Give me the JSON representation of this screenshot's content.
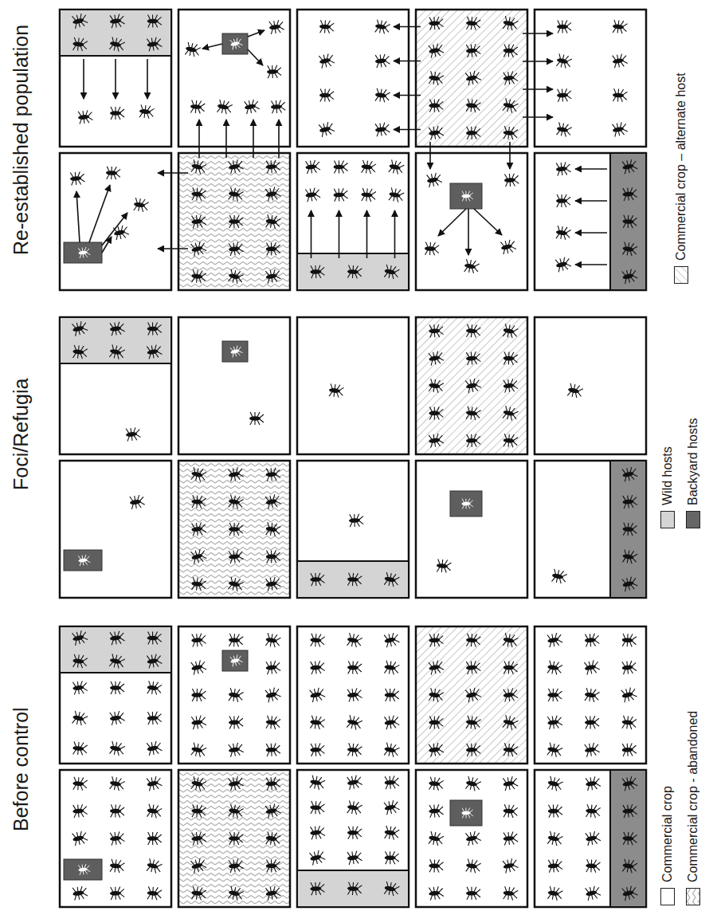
{
  "diagram": {
    "labels": [
      "Before control",
      "Foci/Refugia",
      "Re-established population"
    ],
    "legend": [
      {
        "text": "Commercial crop",
        "color": "#ffffff"
      },
      {
        "text": "Commercial crop - abandoned"
      },
      {
        "text": "Wild hosts",
        "color": "#d4d4d4"
      },
      {
        "text": "Backyard hosts",
        "color": "#666666"
      },
      {
        "text": "Commercial crop – alternate host"
      }
    ]
  }
}
